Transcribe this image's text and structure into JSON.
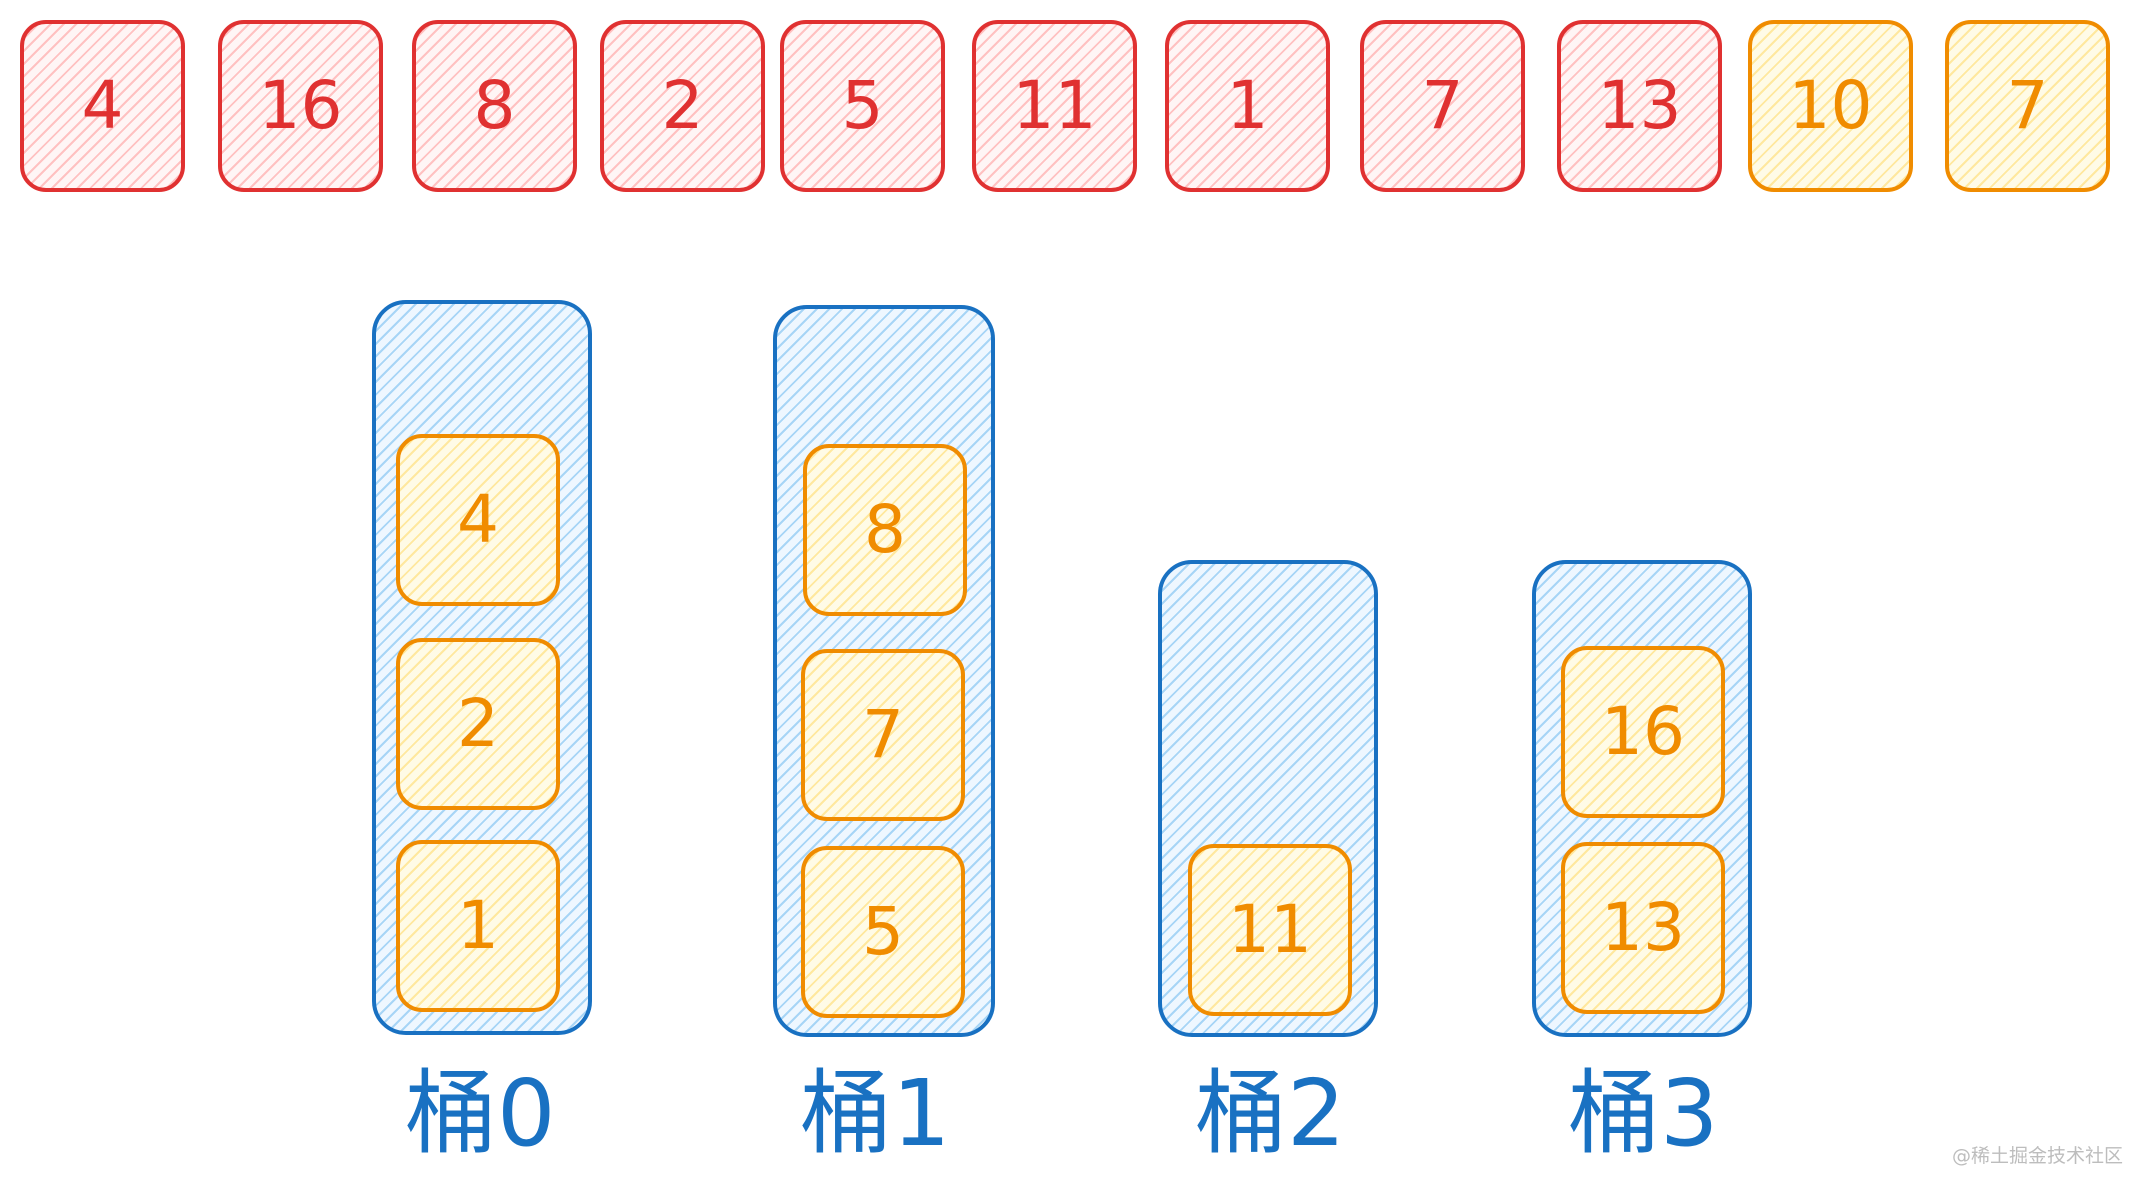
{
  "input_array": [
    {
      "value": "4",
      "color": "#e03131"
    },
    {
      "value": "16",
      "color": "#e03131"
    },
    {
      "value": "8",
      "color": "#e03131"
    },
    {
      "value": "2",
      "color": "#e03131"
    },
    {
      "value": "5",
      "color": "#e03131"
    },
    {
      "value": "11",
      "color": "#e03131"
    },
    {
      "value": "1",
      "color": "#e03131"
    },
    {
      "value": "7",
      "color": "#e03131"
    },
    {
      "value": "13",
      "color": "#e03131"
    },
    {
      "value": "10",
      "color": "#f08c00"
    },
    {
      "value": "7",
      "color": "#f08c00"
    }
  ],
  "buckets": [
    {
      "label": "桶0",
      "items": [
        "4",
        "2",
        "1"
      ]
    },
    {
      "label": "桶1",
      "items": [
        "8",
        "7",
        "5"
      ]
    },
    {
      "label": "桶2",
      "items": [
        "11"
      ]
    },
    {
      "label": "桶3",
      "items": [
        "16",
        "13"
      ]
    }
  ],
  "colors": {
    "pending": "#e03131",
    "highlight": "#f08c00",
    "bucket": "#1971c2"
  },
  "watermark": "@稀土掘金技术社区"
}
